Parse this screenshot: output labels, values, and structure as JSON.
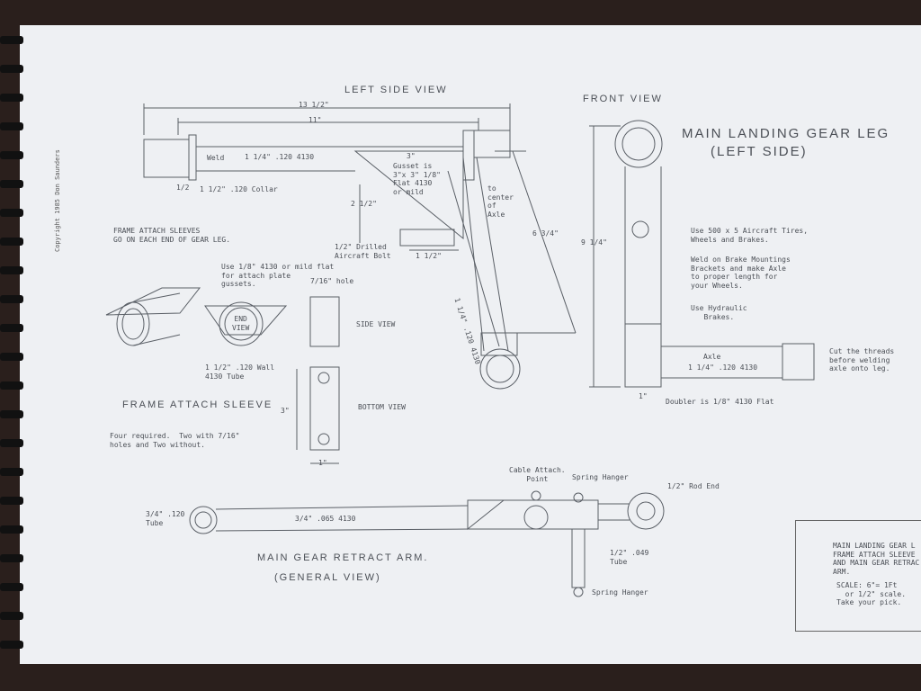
{
  "copyright": "Copyright 1985 Don Saunders",
  "left_side_view": {
    "title": "LEFT SIDE VIEW",
    "dim_overall": "13 1/2\"",
    "dim_inner": "11\"",
    "weld": "Weld",
    "tube_spec": "1 1/4\" .120 4130",
    "dim_small": "3\"",
    "gusset_note": "Gusset is\n3\"x 3\" 1/8\"\nFlat 4130\nor mild",
    "to_center": "to\ncenter\nof\nAxle",
    "dim_height": "2 1/2\"",
    "dim_drop": "6 3/4\"",
    "collar_dim": "1/2",
    "collar_spec": "1 1/2\" .120 Collar",
    "bolt_note": "1/2\" Drilled\nAircraft Bolt",
    "bolt_dim": "1 1/2\"",
    "leg_spec": "1 1/4\" .120 4130",
    "sleeve_note": "FRAME ATTACH SLEEVES\nGO ON EACH END OF GEAR LEG."
  },
  "frame_attach": {
    "gusset_note": "Use 1/8\" 4130 or mild flat\nfor attach plate\ngussets.",
    "end_view": "END\nVIEW",
    "tube_note": "1 1/2\" .120 Wall\n4130 Tube",
    "hole_note": "7/16\" hole",
    "side_view": "SIDE VIEW",
    "bottom_view": "BOTTOM VIEW",
    "dim_height": "3\"",
    "dim_width": "1\"",
    "title": "FRAME ATTACH SLEEVE",
    "count_note": "Four required.  Two with 7/16\"\nholes and Two without."
  },
  "front_view": {
    "title": "FRONT VIEW",
    "dim_height": "9 1/4\"",
    "axle_label": "Axle",
    "axle_spec": "1 1/4\" .120 4130",
    "thread_note": "Cut the threads\nbefore welding\naxle onto leg.",
    "doubler_dim": "1\"",
    "doubler_note": "Doubler is 1/8\" 4130 Flat",
    "tires_note": "Use 500 x 5 Aircraft Tires,\nWheels and Brakes.",
    "brake_note": "Weld on Brake Mountings\nBrackets and make Axle\nto proper length for\nyour Wheels.",
    "hydraulic_note": "Use Hydraulic\n   Brakes."
  },
  "heading": {
    "line1": "MAIN LANDING GEAR LEG",
    "line2": "(LEFT SIDE)"
  },
  "retract_arm": {
    "cable_note": "Cable Attach.\nPoint",
    "spring_hanger_top": "Spring Hanger",
    "rod_end": "1/2\" Rod End",
    "tube_end": "3/4\" .120\nTube",
    "arm_spec": "3/4\" .065 4130",
    "post_spec": "1/2\" .049\nTube",
    "spring_hanger_bottom": "Spring Hanger",
    "title": "MAIN GEAR RETRACT ARM.",
    "subtitle": "(GENERAL VIEW)"
  },
  "title_block": {
    "lines": "MAIN LANDING GEAR L\nFRAME ATTACH SLEEVE\nAND MAIN GEAR RETRAC\nARM.",
    "scale": "SCALE: 6\"= 1Ft\n  or 1/2\" scale.\nTake your pick."
  },
  "colors": {
    "paper": "#eef0f3",
    "ink": "#4b4f56",
    "background": "#2a1f1c"
  }
}
